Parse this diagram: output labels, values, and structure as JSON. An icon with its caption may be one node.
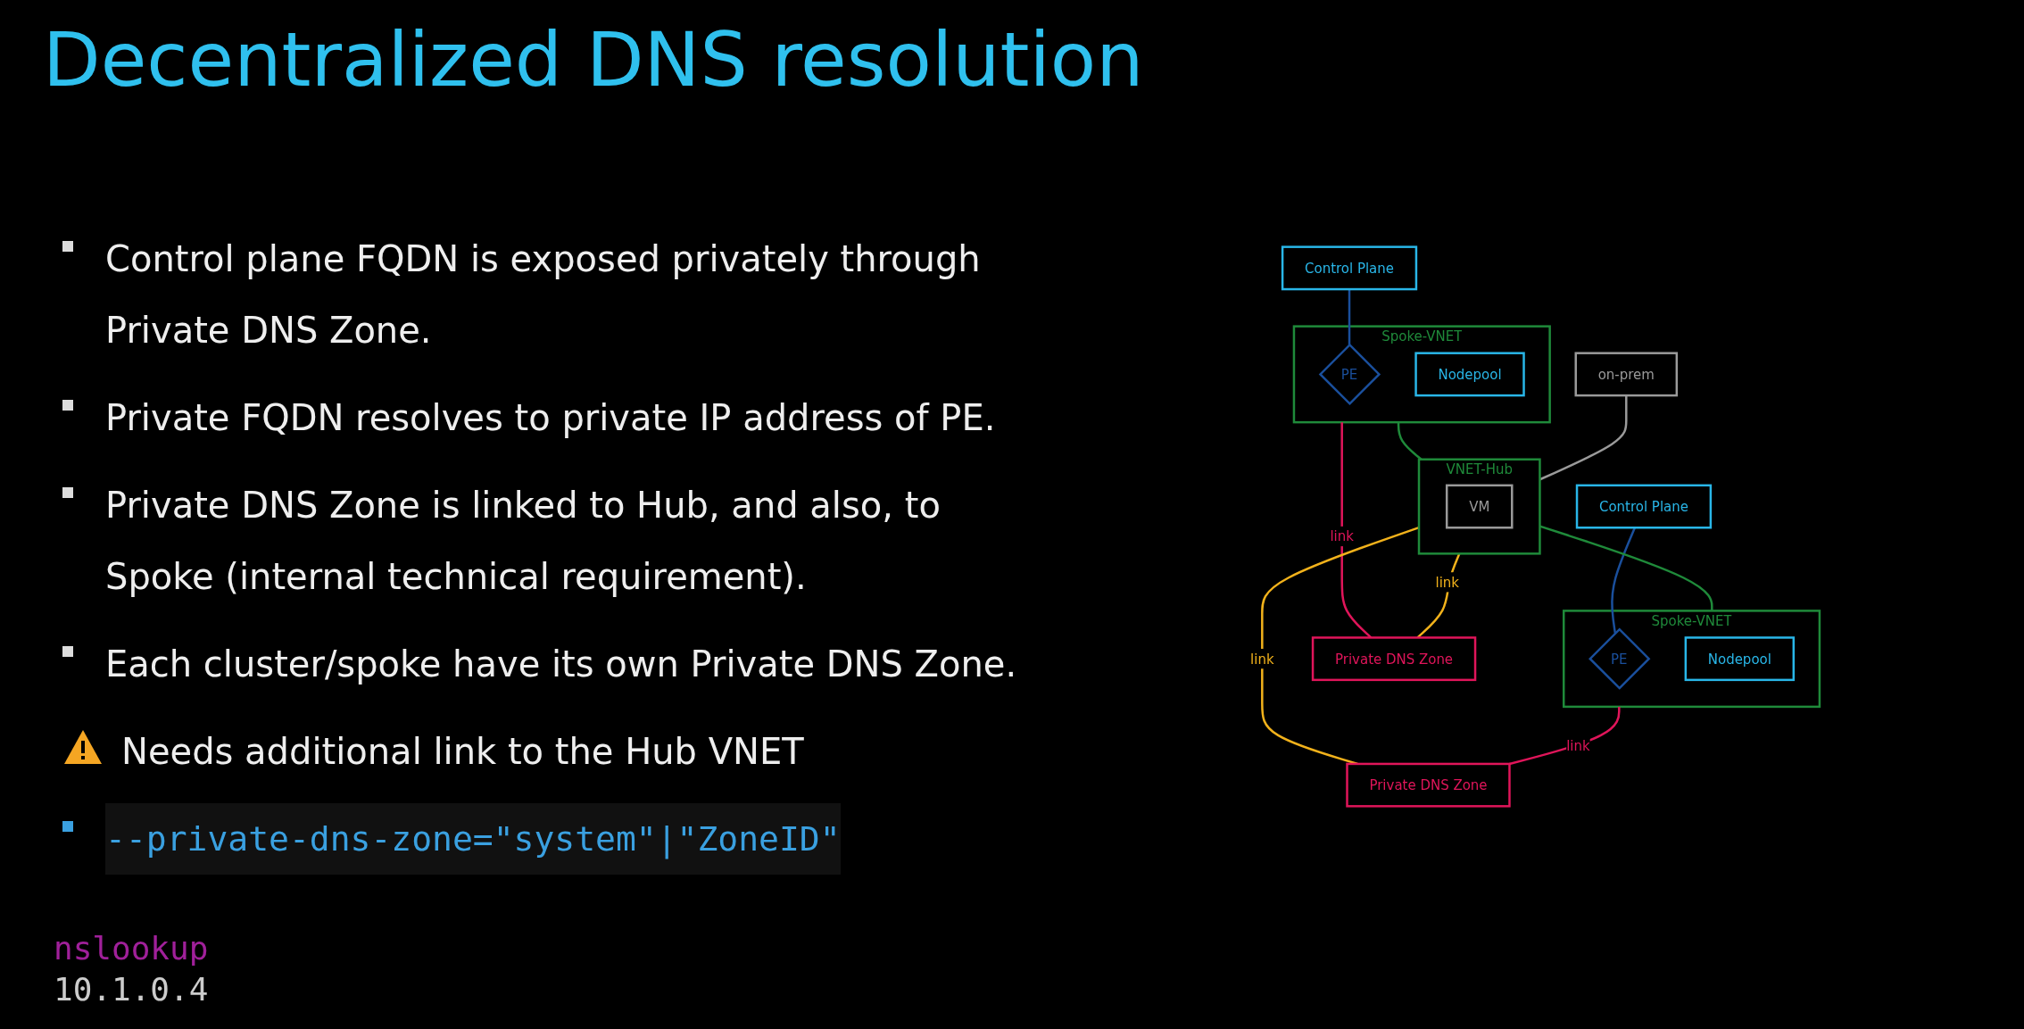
{
  "diagram": {
    "title": "Decentralized DNS resolution",
    "nodes": [
      {
        "text": [
          "Control Plane"
        ]
      },
      {
        "text": [
          "Spoke-VNET"
        ]
      },
      {
        "text": [
          "PE"
        ],
        "in": 1
      },
      {
        "text": [
          "Nodepool"
        ],
        "in": 1
      },
      {
        "text": [
          "on-prem"
        ]
      },
      {
        "text": [
          "VNET-Hub"
        ]
      },
      {
        "text": [
          "VM"
        ],
        "in": 5
      },
      {
        "text": [
          "Control Plane"
        ]
      },
      {
        "text": [
          "Spoke-VNET"
        ]
      },
      {
        "text": [
          "PE"
        ],
        "in": 8
      },
      {
        "text": [
          "Nodepool"
        ],
        "in": 8
      },
      {
        "text": [
          "Private DNS Zone"
        ]
      },
      {
        "text": [
          "Private DNS Zone"
        ]
      }
    ],
    "edges": [
      {
        "from": 0,
        "to": 2,
        "arrow": "none",
        "color": "#1a4f9c"
      },
      {
        "from": 1,
        "to": 5,
        "arrow": "none",
        "color": "#1f8a3a"
      },
      {
        "from": 4,
        "to": 5,
        "arrow": "none",
        "color": "#9a9a9a"
      },
      {
        "from": 5,
        "to": 8,
        "arrow": "none",
        "color": "#1f8a3a"
      },
      {
        "from": 7,
        "to": 9,
        "arrow": "none",
        "color": "#1a4f9c"
      },
      {
        "from": 1,
        "to": 11,
        "label": "link",
        "arrow": "none",
        "color": "#e0155a"
      },
      {
        "from": 5,
        "to": 11,
        "label": "link",
        "arrow": "none",
        "color": "#f2b21b"
      },
      {
        "from": 5,
        "to": 12,
        "label": "link",
        "arrow": "none",
        "color": "#f2b21b"
      },
      {
        "from": 8,
        "to": 12,
        "label": "link",
        "arrow": "none",
        "color": "#e0155a"
      }
    ],
    "labels": [
      "Control plane FQDN is exposed privately through Private DNS Zone.",
      "Private FQDN resolves to private IP address of PE.",
      "Private DNS Zone is linked to Hub, and also, to Spoke (internal technical requirement).",
      "Each cluster/spoke have its own Private DNS Zone.",
      "Needs additional link to the Hub VNET",
      "--private-dns-zone=\"system\"|\"ZoneID\"",
      "nslookup",
      "10.1.0.4"
    ]
  }
}
